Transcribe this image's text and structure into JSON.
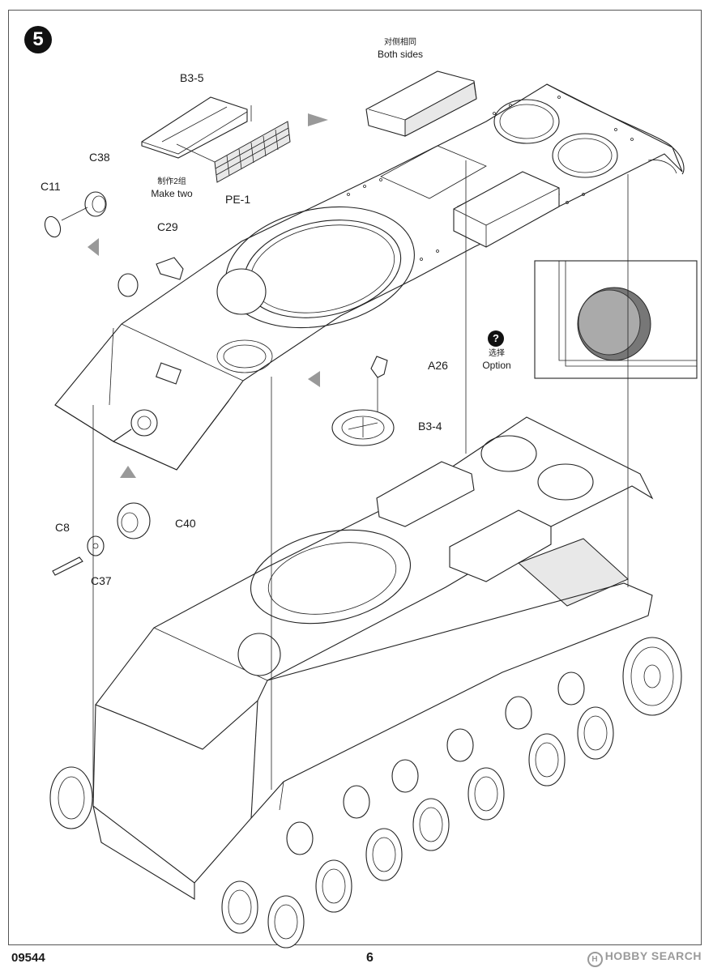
{
  "step": {
    "number": "5"
  },
  "parts": {
    "b3_5": "B3-5",
    "pe_1": "PE-1",
    "c38": "C38",
    "c11": "C11",
    "c29": "C29",
    "a26": "A26",
    "b3_4": "B3-4",
    "c8": "C8",
    "c40": "C40",
    "c37": "C37"
  },
  "notes": {
    "both_sides_cn": "对侧相同",
    "both_sides_en": "Both sides",
    "make_two_cn": "制作2组",
    "make_two_en": "Make two",
    "option_cn": "选择",
    "option_en": "Option",
    "option_icon": "?"
  },
  "footer": {
    "code": "09544",
    "page": "6",
    "watermark": "HOBBY SEARCH",
    "watermark_icon": "H"
  }
}
